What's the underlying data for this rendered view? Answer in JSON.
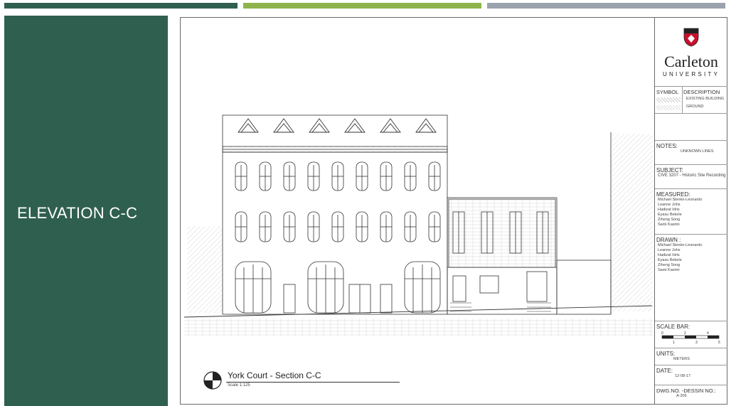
{
  "slide": {
    "title": "ELEVATION C-C",
    "accent_colors": {
      "dark_green": "#2f5f4f",
      "light_green": "#8db44a",
      "grey": "#9aa3ad"
    }
  },
  "drawing": {
    "caption": "York Court - Section C-C",
    "scale": "Scale 1:125"
  },
  "title_block": {
    "logo_name": "Carleton",
    "logo_sub": "UNIVERSITY",
    "legend_header_symbol": "SYMBOL",
    "legend_header_desc": "DESCRIPTION",
    "legend_rows": [
      "EXISTING BUILDING",
      "GROUND"
    ],
    "notes_label": "NOTES:",
    "notes_value": "UNKNOWN LINES",
    "subject_label": "SUBJECT:",
    "subject_value": "CIVE 3207 - Historic Site Recording",
    "measured_label": "MEASURED:",
    "measured_names": [
      "Michael Slenko-Leonardo",
      "Leanne Johs",
      "Hadizat Idris",
      "Eyasu Bekele",
      "Ziheng Song",
      "Sami Kasimi"
    ],
    "drawn_label": "DRAWN :",
    "drawn_names": [
      "Michael Slenko-Leonardo",
      "Leanne Johs",
      "Hadizat Idris",
      "Eyasu Bekele",
      "Ziheng Song",
      "Sami Kasimi"
    ],
    "scale_bar_label": "SCALE BAR:",
    "scale_ticks_top": [
      "0",
      "2",
      "4"
    ],
    "scale_ticks_bottom": [
      "1",
      "3",
      "5"
    ],
    "units_label": "UNITS:",
    "units_value": "METERS",
    "date_label": "DATE:",
    "date_value": "12-08-17",
    "dwg_label": "DWG.NO. -DESSIN NO.:",
    "dwg_value": "A-205"
  }
}
